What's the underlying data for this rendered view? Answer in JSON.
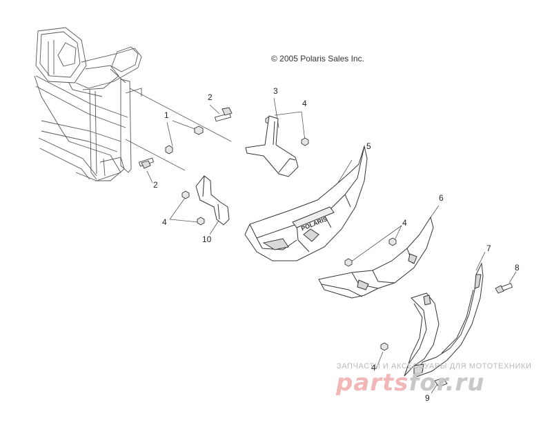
{
  "copyright": "© 2005 Polaris Sales Inc.",
  "callouts": {
    "c1": "1",
    "c2a": "2",
    "c2b": "2",
    "c3": "3",
    "c4a": "4",
    "c4b": "4",
    "c4c": "4",
    "c4d": "4",
    "c5": "5",
    "c6": "6",
    "c7": "7",
    "c8": "8",
    "c9": "9",
    "c10": "10"
  },
  "bumper_badge": "POLARIS",
  "watermark": {
    "tagline": "ЗАПЧАСТИ И АКСЕССУАРЫ ДЛЯ МОТОТЕХНИКИ",
    "logo_part1": "parts",
    "logo_part2": "for.ru"
  },
  "colors": {
    "line": "#333333",
    "fill": "#ffffff",
    "shade": "#d8d8d8",
    "watermark_red": "#f2b8b8",
    "watermark_gray": "#c8c8c8"
  }
}
